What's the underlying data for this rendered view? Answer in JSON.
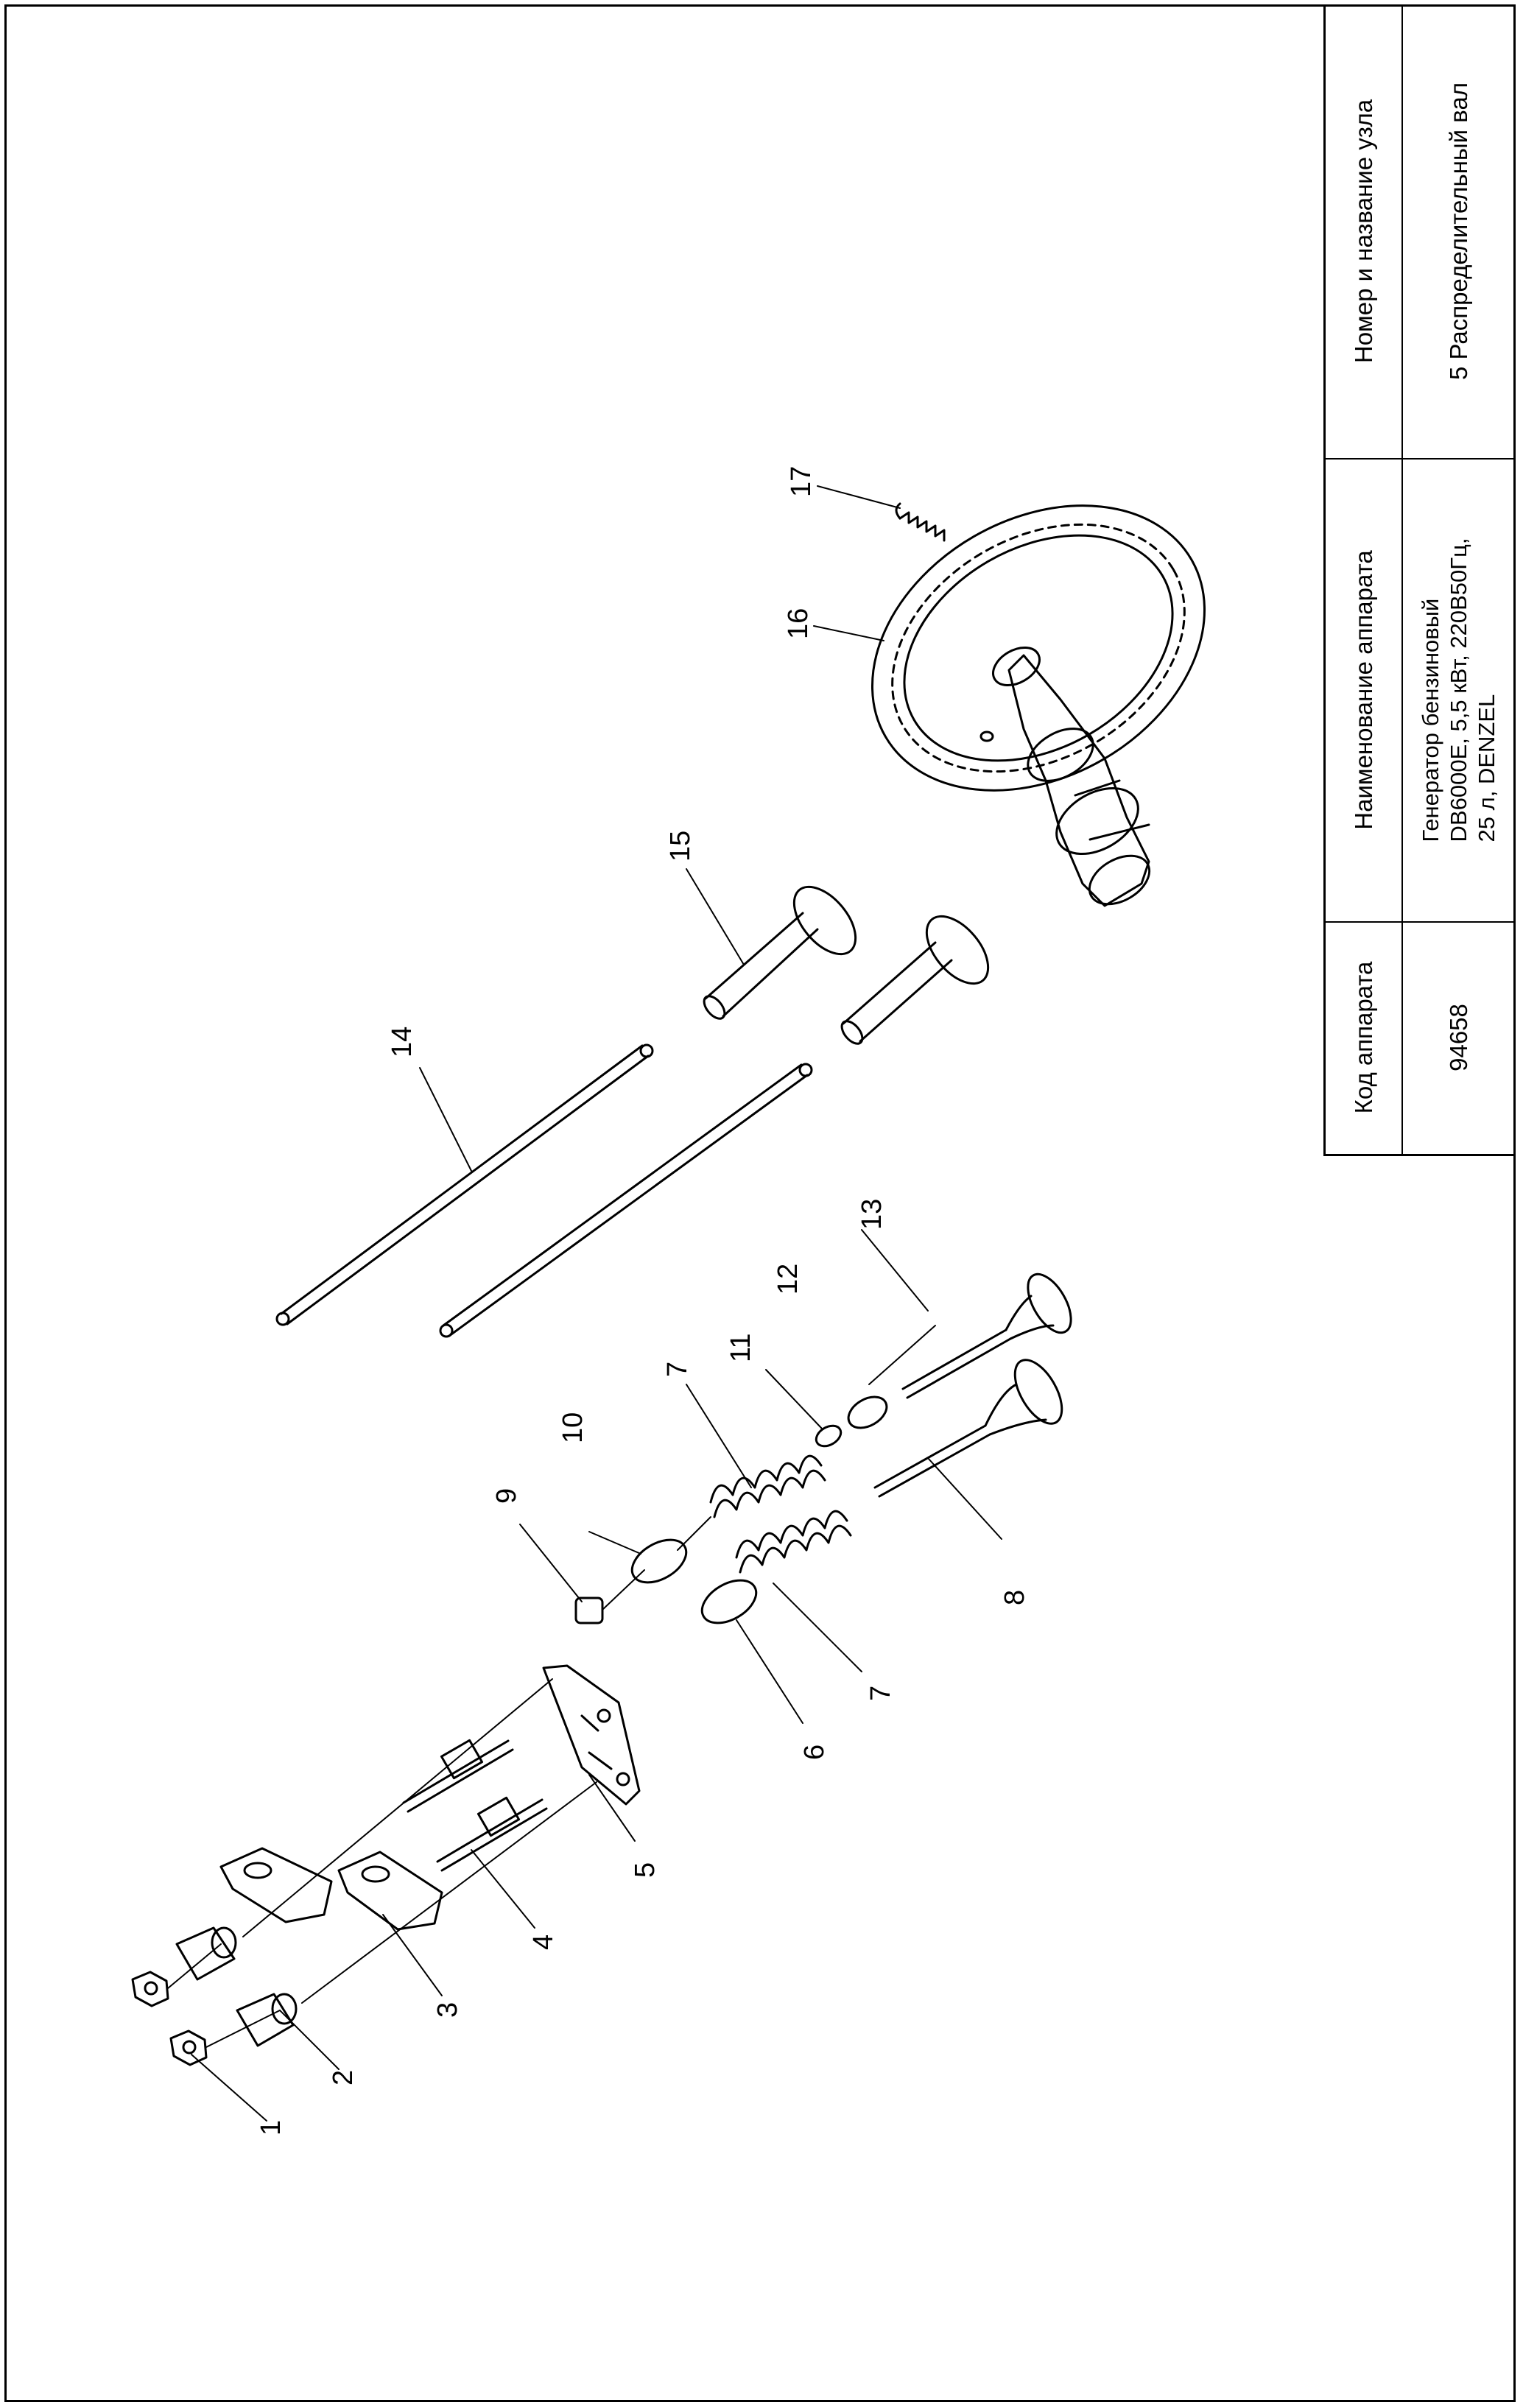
{
  "title_block": {
    "headers": {
      "code": "Код аппарата",
      "name": "Наименование аппарата",
      "unit": "Номер и название узла"
    },
    "values": {
      "code": "94658",
      "name_lines": [
        "Генератор бензиновый",
        "DB6000E, 5,5 кВт, 220В50Гц,",
        "25 л, DENZEL"
      ],
      "unit": "5 Распределительный вал"
    }
  },
  "callouts": [
    "1",
    "2",
    "3",
    "4",
    "5",
    "6",
    "7",
    "7",
    "8",
    "9",
    "10",
    "11",
    "12",
    "13",
    "14",
    "15",
    "16",
    "17"
  ]
}
